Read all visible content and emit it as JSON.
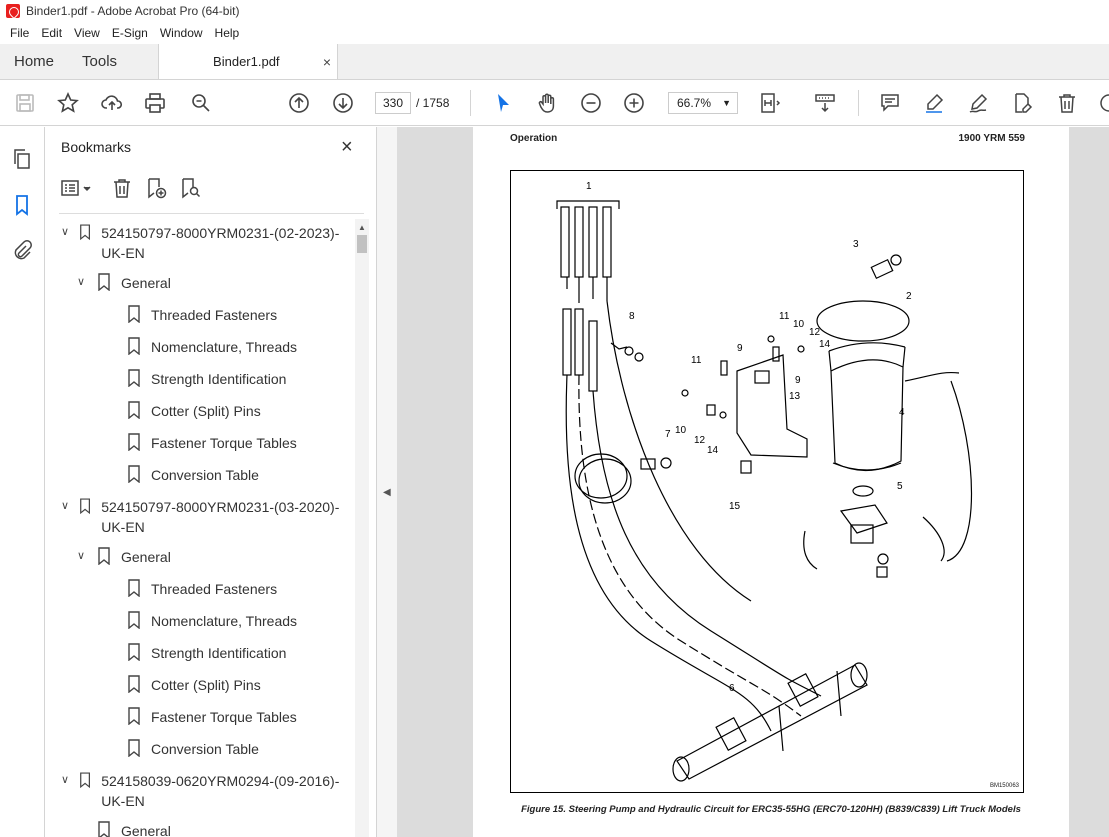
{
  "window": {
    "title": "Binder1.pdf - Adobe Acrobat Pro (64-bit)"
  },
  "menu": [
    "File",
    "Edit",
    "View",
    "E-Sign",
    "Window",
    "Help"
  ],
  "tabs": {
    "home": "Home",
    "tools": "Tools",
    "document": "Binder1.pdf",
    "close": "×"
  },
  "toolbar": {
    "page_current": "330",
    "page_total": "/ 1758",
    "zoom": "66.7%",
    "icons": [
      "save-icon",
      "star-icon",
      "upload-icon",
      "print-icon",
      "find-icon",
      "page-up-icon",
      "page-down-icon",
      "select-arrow-icon",
      "hand-icon",
      "zoom-out-icon",
      "zoom-in-icon",
      "fit-page-icon",
      "scroll-mode-icon",
      "comment-icon",
      "highlight-icon",
      "sign-icon",
      "edit-pdf-icon",
      "delete-icon"
    ]
  },
  "bookmarks": {
    "title": "Bookmarks",
    "close": "×",
    "items": [
      {
        "level": 0,
        "expanded": true,
        "label": "524150797-8000YRM0231-(02-2023)-UK-EN"
      },
      {
        "level": 1,
        "expanded": true,
        "label": "General"
      },
      {
        "level": 2,
        "label": "Threaded Fasteners"
      },
      {
        "level": 2,
        "label": "Nomenclature, Threads"
      },
      {
        "level": 2,
        "label": "Strength Identification"
      },
      {
        "level": 2,
        "label": "Cotter (Split) Pins"
      },
      {
        "level": 2,
        "label": "Fastener Torque Tables"
      },
      {
        "level": 2,
        "label": "Conversion Table"
      },
      {
        "level": 0,
        "expanded": true,
        "label": "524150797-8000YRM0231-(03-2020)-UK-EN"
      },
      {
        "level": 1,
        "expanded": true,
        "label": "General"
      },
      {
        "level": 2,
        "label": "Threaded Fasteners"
      },
      {
        "level": 2,
        "label": "Nomenclature, Threads"
      },
      {
        "level": 2,
        "label": "Strength Identification"
      },
      {
        "level": 2,
        "label": "Cotter (Split) Pins"
      },
      {
        "level": 2,
        "label": "Fastener Torque Tables"
      },
      {
        "level": 2,
        "label": "Conversion Table"
      },
      {
        "level": 0,
        "expanded": true,
        "label": "524158039-0620YRM0294-(09-2016)-UK-EN"
      },
      {
        "level": 1,
        "expanded": false,
        "label": "General"
      }
    ]
  },
  "document": {
    "header_left": "Operation",
    "header_right": "1900 YRM 559",
    "figure_id": "BM150063",
    "caption": "Figure 15. Steering Pump and Hydraulic Circuit for ERC35-55HG (ERC70-120HH) (B839/C839) Lift Truck Models",
    "callouts": [
      "1",
      "2",
      "3",
      "4",
      "5",
      "6",
      "7",
      "8",
      "9",
      "9",
      "10",
      "10",
      "11",
      "11",
      "12",
      "12",
      "13",
      "14",
      "14",
      "15"
    ]
  },
  "colors": {
    "accent_blue": "#1473e6",
    "pdf_red": "#e8201f"
  }
}
